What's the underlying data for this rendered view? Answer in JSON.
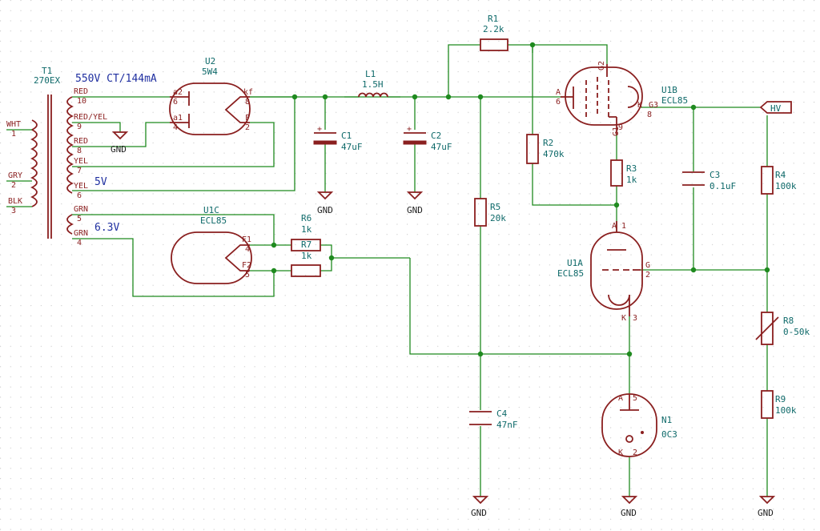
{
  "transformer": {
    "ref": "T1",
    "value": "270EX",
    "note_hv": "550V CT/144mA",
    "note_5v": "5V",
    "note_63v": "6.3V",
    "primary": [
      {
        "color": "WHT",
        "pin": "1"
      },
      {
        "color": "GRY",
        "pin": "2"
      },
      {
        "color": "BLK",
        "pin": "3"
      }
    ],
    "secondary": [
      {
        "color": "RED",
        "pin": "10"
      },
      {
        "color": "RED/YEL",
        "pin": "9"
      },
      {
        "color": "RED",
        "pin": "8"
      },
      {
        "color": "YEL",
        "pin": "7"
      },
      {
        "color": "YEL",
        "pin": "6"
      },
      {
        "color": "GRN",
        "pin": "5"
      },
      {
        "color": "GRN",
        "pin": "4"
      }
    ]
  },
  "u2": {
    "ref": "U2",
    "value": "5W4",
    "a2": "a2",
    "p6": "6",
    "a1": "a1",
    "p4": "4",
    "kf": "kf",
    "p8": "8",
    "f": "F",
    "p2": "2"
  },
  "l1": {
    "ref": "L1",
    "value": "1.5H"
  },
  "c1": {
    "ref": "C1",
    "value": "47uF"
  },
  "c2": {
    "ref": "C2",
    "value": "47uF"
  },
  "c3": {
    "ref": "C3",
    "value": "0.1uF"
  },
  "c4": {
    "ref": "C4",
    "value": "47nF"
  },
  "r1": {
    "ref": "R1",
    "value": "2.2k"
  },
  "r2": {
    "ref": "R2",
    "value": "470k"
  },
  "r3": {
    "ref": "R3",
    "value": "1k"
  },
  "r4": {
    "ref": "R4",
    "value": "100k"
  },
  "r5": {
    "ref": "R5",
    "value": "20k"
  },
  "r6": {
    "ref": "R6",
    "value": "1k"
  },
  "r7": {
    "ref": "R7",
    "value": "1k"
  },
  "r8": {
    "ref": "R8",
    "value": "0-50k"
  },
  "r9": {
    "ref": "R9",
    "value": "100k"
  },
  "u1b": {
    "ref": "U1B",
    "value": "ECL85",
    "a": "A",
    "p6": "6",
    "g2": "G2",
    "g1": "G1",
    "p9": "9",
    "k": "K",
    "g3": "G3",
    "p8": "8"
  },
  "u1a": {
    "ref": "U1A",
    "value": "ECL85",
    "a": "A",
    "p1": "1",
    "g": "G",
    "p2": "2",
    "k": "K",
    "p3": "3"
  },
  "u1c": {
    "ref": "U1C",
    "value": "ECL85",
    "f1": "F1",
    "p4": "4",
    "f2": "F2",
    "p5": "5"
  },
  "n1": {
    "ref": "N1",
    "value": "0C3",
    "a": "A",
    "p5": "5",
    "k": "K",
    "p2": "2"
  },
  "hv": "HV",
  "gnd": "GND"
}
